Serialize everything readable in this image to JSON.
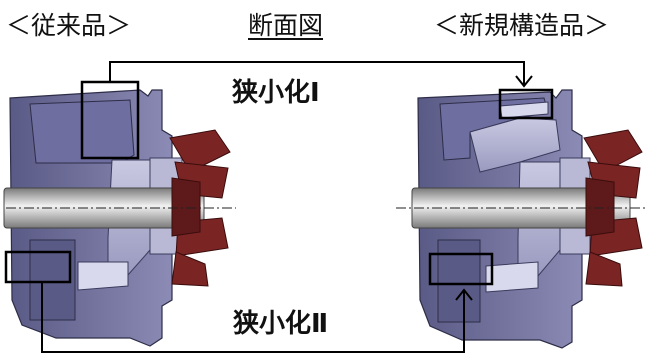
{
  "titles": {
    "left": "＜従来品＞",
    "center": "断面図",
    "right": "＜新規構造品＞"
  },
  "annotations": {
    "top": "狭小化Ⅰ",
    "bottom": "狭小化Ⅱ"
  }
}
